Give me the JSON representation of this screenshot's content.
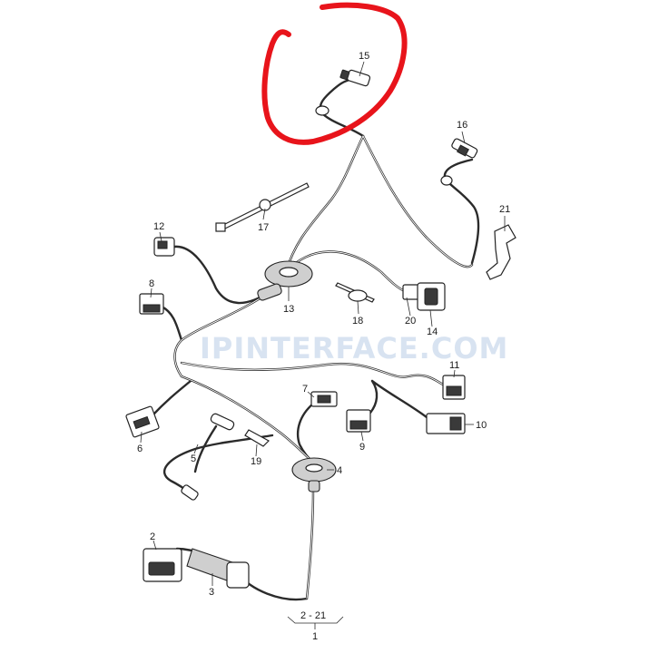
{
  "callouts": {
    "c1": "1",
    "c2": "2",
    "c3": "3",
    "c4": "4",
    "c5": "5",
    "c6": "6",
    "c7": "7",
    "c8": "8",
    "c9": "9",
    "c10": "10",
    "c11": "11",
    "c12": "12",
    "c13": "13",
    "c14": "14",
    "c15": "15",
    "c16": "16",
    "c17": "17",
    "c18": "18",
    "c19": "19",
    "c20": "20",
    "c21": "21",
    "range": "2 - 21"
  },
  "watermark": "IPINTERFACE.COM",
  "colors": {
    "line": "#2b2b2b",
    "highlight": "#e8141b",
    "watermark": "#b9cde6"
  }
}
